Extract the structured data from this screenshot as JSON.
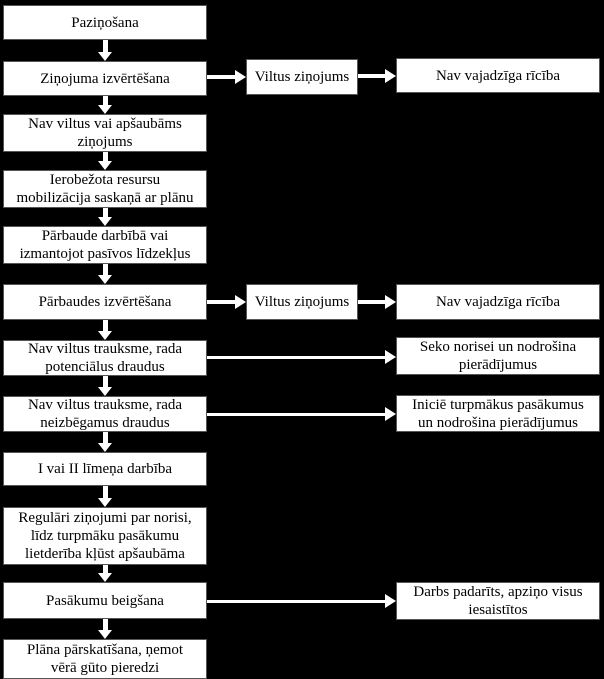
{
  "diagram": {
    "title": "Alert / incident response flowchart (Latvian)",
    "colors": {
      "background": "#000000",
      "box_fill": "#ffffff",
      "text": "#000000",
      "arrow": "#ffffff"
    },
    "nodes": {
      "notification": {
        "text": "Paziņošana"
      },
      "report_evaluation": {
        "text": "Ziņojuma izvērtēšana"
      },
      "valid_report": {
        "text": "Nav viltus vai apšaubāms\nziņojums"
      },
      "limited_mobilization": {
        "text": "Ierobežota resursu\nmobilizācija saskaņā ar plānu"
      },
      "verification_action": {
        "text": "Pārbaude darbībā vai\nizmantojot pasīvos līdzekļus"
      },
      "verification_evaluation": {
        "text": "Pārbaudes izvērtēšana"
      },
      "potential_threat": {
        "text": "Nav viltus trauksme, rada\npotenciālus draudus"
      },
      "imminent_threat": {
        "text": "Nav viltus trauksme, rada\nneizbēgamus draudus"
      },
      "level_action": {
        "text": "I vai II līmeņa darbība"
      },
      "regular_reports": {
        "text": "Regulāri ziņojumi par norisi,\nlīdz turpmāku pasākumu\nlietderība kļūst apšaubāma"
      },
      "termination": {
        "text": "Pasākumu beigšana"
      },
      "plan_review": {
        "text": "Plāna pārskatīšana, ņemot\nvērā gūto pieredzi"
      },
      "false_report_1": {
        "text": "Viltus ziņojums"
      },
      "false_report_2": {
        "text": "Viltus ziņojums"
      },
      "no_action_1": {
        "text": "Nav vajadzīga rīcība"
      },
      "no_action_2": {
        "text": "Nav vajadzīga rīcība"
      },
      "monitor_evidence": {
        "text": "Seko norisei un nodrošina\npierādījumus"
      },
      "initiate_further": {
        "text": "Iniciē turpmākus pasākumus\nun nodrošina pierādījumus"
      },
      "work_done": {
        "text": "Darbs padarīts, apziņo visus\niesaistītos"
      }
    }
  }
}
